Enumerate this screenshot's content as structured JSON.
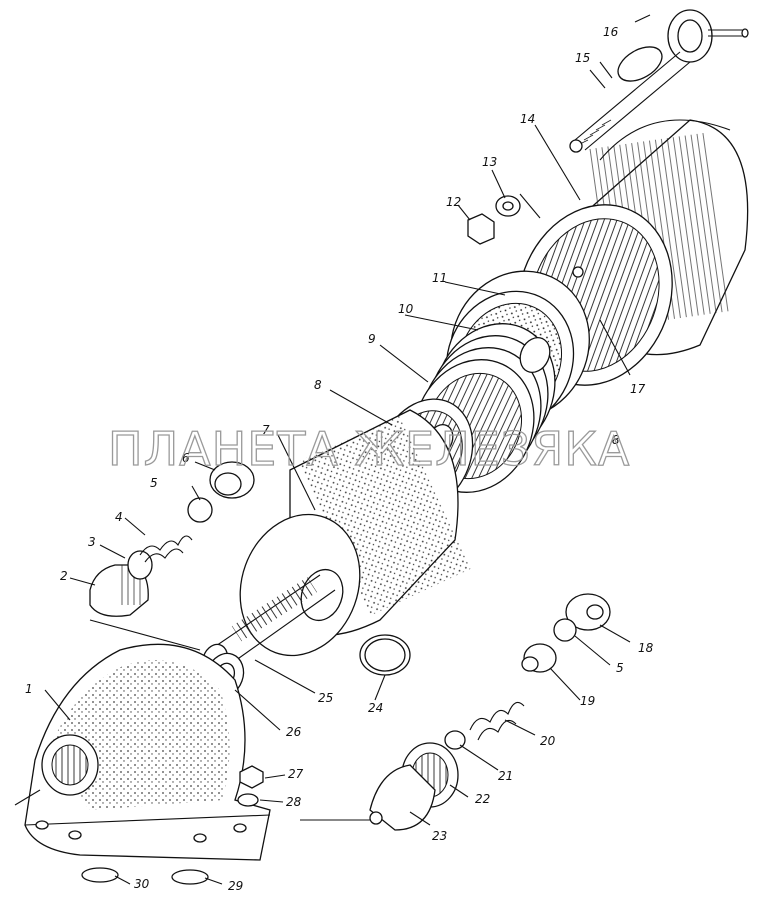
{
  "watermark": "ПЛАНЕТА ЖЕЛЕЗЯКА",
  "callouts": {
    "c1": "1",
    "c2": "2",
    "c3": "3",
    "c4": "4",
    "c5a": "5",
    "c5b": "5",
    "c6": "6",
    "c7": "7",
    "c8a": "8",
    "c8b": "8",
    "c9": "9",
    "c10": "10",
    "c11": "11",
    "c12": "12",
    "c13": "13",
    "c14": "14",
    "c15": "15",
    "c16": "16",
    "c17": "17",
    "c18": "18",
    "c19": "19",
    "c20": "20",
    "c21": "21",
    "c22": "22",
    "c23": "23",
    "c24": "24",
    "c25": "25",
    "c26": "26",
    "c27": "27",
    "c28": "28",
    "c29": "29",
    "c30": "30"
  },
  "colors": {
    "ink": "#111111",
    "paper": "#ffffff",
    "watermark": "#9a9a9a"
  }
}
